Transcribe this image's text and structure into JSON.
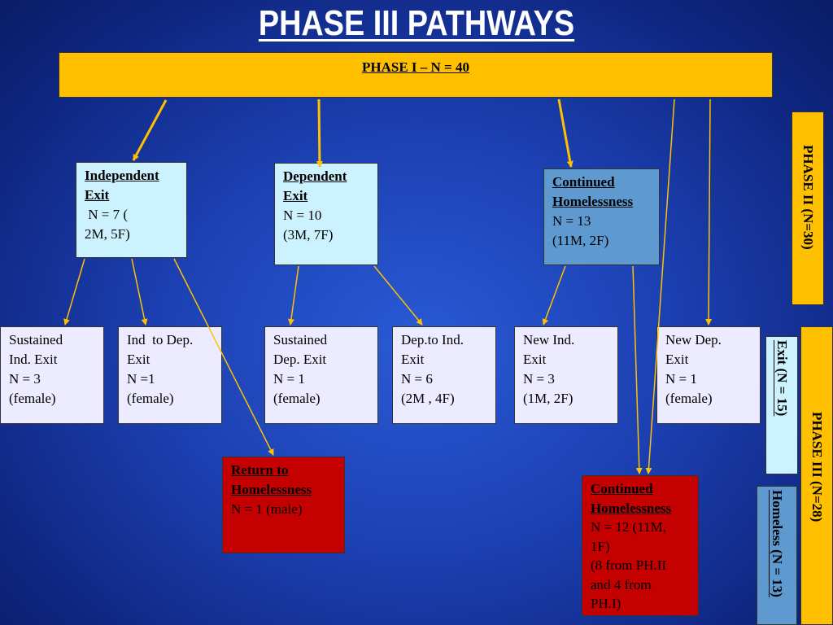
{
  "title": "PHASE III PATHWAYS",
  "phase1": "PHASE I – N = 40",
  "phase2_label": "PHASE II (N=30)",
  "phase3_label": "PHASE III (N=28)",
  "exit_label": "Exit  (N = 15)",
  "homeless_label": "Homeless  (N = 13)",
  "phase2_boxes": {
    "independent": {
      "title1": "Independent",
      "title2": "Exit",
      "line1": " N = 7 (",
      "line2": "2M, 5F)"
    },
    "dependent": {
      "title1": "Dependent",
      "title2": "Exit",
      "line1": "N = 10",
      "line2": "(3M, 7F)"
    },
    "continued": {
      "title1": "Continued",
      "title2": "Homelessness",
      "line1": "N = 13",
      "line2": "(11M, 2F)"
    }
  },
  "phase3_boxes": {
    "sustained_ind": {
      "line1": "Sustained",
      "line2": "Ind. Exit",
      "line3": "N = 3",
      "line4": "(female)"
    },
    "ind_to_dep": {
      "line1": "Ind  to Dep.",
      "line2": "Exit",
      "line3": "N =1",
      "line4": "(female)"
    },
    "sustained_dep": {
      "line1": "Sustained",
      "line2": "Dep. Exit",
      "line3": "N = 1",
      "line4": "(female)"
    },
    "dep_to_ind": {
      "line1": "Dep.to Ind.",
      "line2": "Exit",
      "line3": "N = 6",
      "line4": "(2M , 4F)"
    },
    "new_ind": {
      "line1": "New Ind.",
      "line2": "Exit",
      "line3": "N = 3",
      "line4": "(1M, 2F)"
    },
    "new_dep": {
      "line1": "New Dep.",
      "line2": "Exit",
      "line3": "N = 1",
      "line4": "(female)"
    }
  },
  "return_box": {
    "title1": "Return to",
    "title2": "Homelessness",
    "line1": "N = 1 (male)"
  },
  "continued3_box": {
    "title1": "Continued",
    "title2": "Homelessness",
    "line1": "N = 12 (11M,",
    "line2": "1F)",
    "line3": "(8 from PH.II",
    "line4": "and 4 from",
    "line5": "PH.I)"
  }
}
